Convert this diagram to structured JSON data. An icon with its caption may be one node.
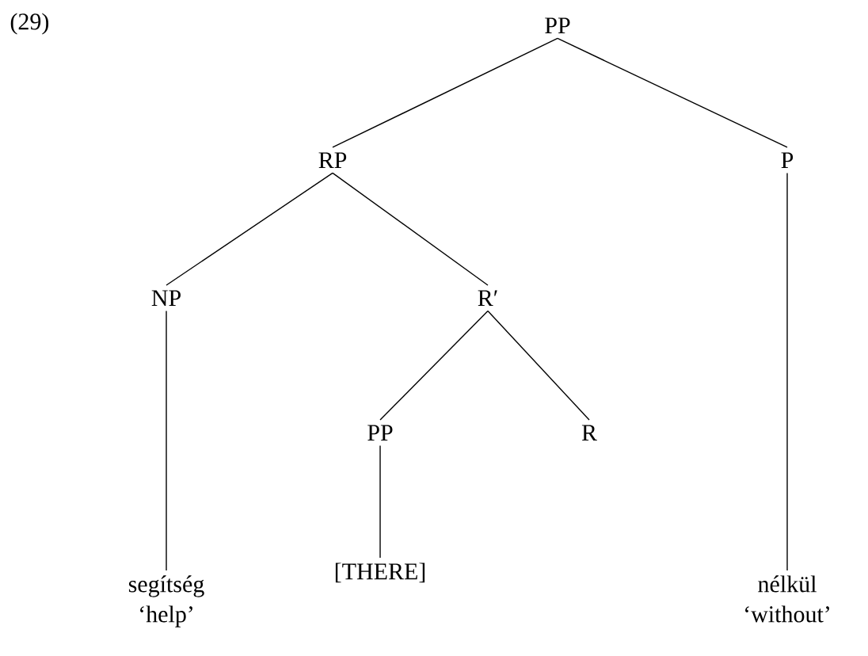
{
  "diagram": {
    "nodes": [
      {
        "text": [
          "PP"
        ]
      },
      {
        "text": [
          "RP"
        ]
      },
      {
        "text": [
          "P"
        ]
      },
      {
        "text": [
          "NP"
        ]
      },
      {
        "text": [
          "R′"
        ]
      },
      {
        "text": [
          "PP"
        ]
      },
      {
        "text": [
          "R"
        ]
      },
      {
        "text": [
          "segítség",
          "‘help’"
        ]
      },
      {
        "text": [
          "[THERE]"
        ]
      },
      {
        "text": [
          "nélkül",
          "‘without’"
        ]
      }
    ],
    "edges": [
      {
        "from": 0,
        "to": 1,
        "arrow": "none"
      },
      {
        "from": 0,
        "to": 2,
        "arrow": "none"
      },
      {
        "from": 1,
        "to": 3,
        "arrow": "none"
      },
      {
        "from": 1,
        "to": 4,
        "arrow": "none"
      },
      {
        "from": 4,
        "to": 5,
        "arrow": "none"
      },
      {
        "from": 4,
        "to": 6,
        "arrow": "none"
      },
      {
        "from": 3,
        "to": 7,
        "arrow": "none"
      },
      {
        "from": 5,
        "to": 8,
        "arrow": "none"
      },
      {
        "from": 2,
        "to": 9,
        "arrow": "none"
      }
    ],
    "labels": [
      "(29)"
    ]
  }
}
